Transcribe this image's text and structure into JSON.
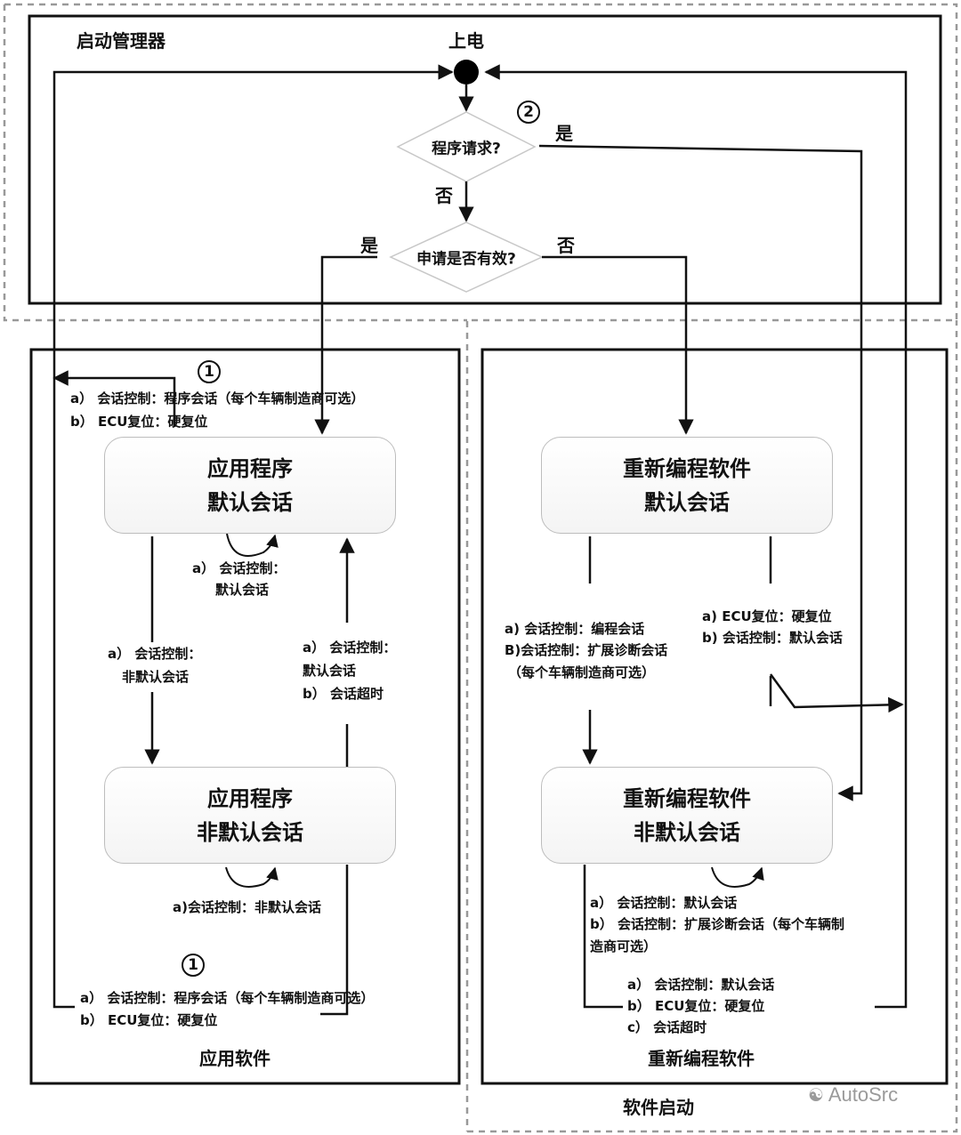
{
  "regions": {
    "boot_manager": "启动管理器",
    "application_software": "应用软件",
    "reprogramming_software": "重新编程软件",
    "software_boot": "软件启动"
  },
  "power_on": "上电",
  "decisions": {
    "program_request": "程序请求?",
    "request_valid": "申请是否有效?"
  },
  "edge_labels": {
    "yes_1": "是",
    "no_1": "否",
    "yes_2": "是",
    "no_2": "否"
  },
  "markers": {
    "one_top": "1",
    "one_bottom": "1",
    "two": "2"
  },
  "states": {
    "app_default": {
      "line1": "应用程序",
      "line2": "默认会话"
    },
    "app_non_default": {
      "line1": "应用程序",
      "line2": "非默认会话"
    },
    "reprog_default": {
      "line1": "重新编程软件",
      "line2": "默认会话"
    },
    "reprog_non_default": {
      "line1": "重新编程软件",
      "line2": "非默认会话"
    }
  },
  "transitions": {
    "app_to_boot_top": [
      "a） 会话控制：程序会话（每个车辆制造商可选）",
      "b） ECU复位：硬复位"
    ],
    "app_default_self": [
      "a） 会话控制：",
      "默认会话"
    ],
    "app_default_to_nondefault": [
      "a） 会话控制：",
      "非默认会话"
    ],
    "app_nondefault_to_default": [
      "a） 会话控制：",
      "默认会话",
      "b） 会话超时"
    ],
    "app_nondefault_self": [
      "a)会话控制：非默认会话"
    ],
    "app_to_boot_bottom": [
      "a） 会话控制：程序会话（每个车辆制造商可选）",
      "b） ECU复位：硬复位"
    ],
    "reprog_default_to_nondefault": [
      "a) 会话控制：编程会话",
      "B)会话控制：扩展诊断会话",
      "（每个车辆制造商可选）"
    ],
    "reprog_default_to_boot": [
      "a) ECU复位：硬复位",
      "b) 会话控制：默认会话"
    ],
    "reprog_nondefault_self": [
      "a） 会话控制：默认会话",
      "b） 会话控制：扩展诊断会话（每个车辆制",
      "造商可选）"
    ],
    "reprog_nondefault_to_boot": [
      "a） 会话控制：默认会话",
      "b） ECU复位：硬复位",
      "c） 会话超时"
    ]
  },
  "watermark": "AutoSrc"
}
